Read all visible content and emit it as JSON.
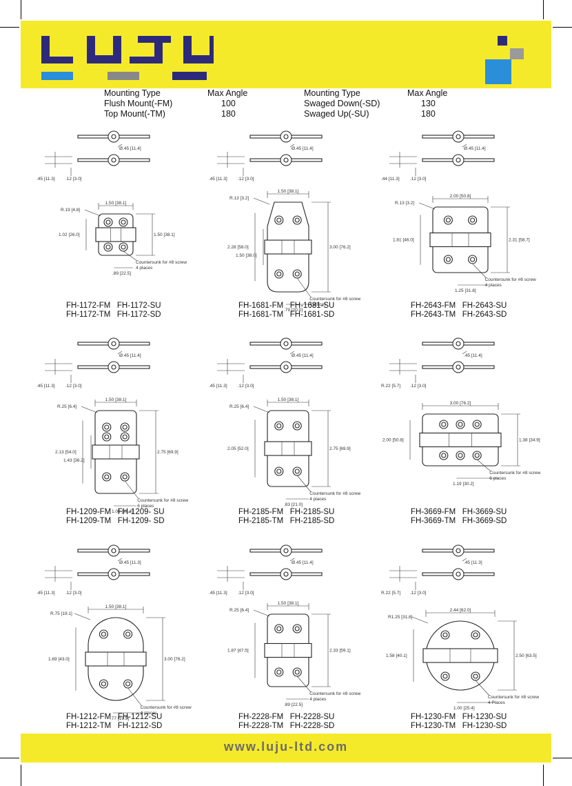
{
  "brand": {
    "logo_text": "LUJU",
    "primary_color": "#2d2a7c",
    "accent_blue": "#2a8ed8",
    "accent_gray": "#888888",
    "background": "#f5ea2a"
  },
  "mounting_table": {
    "left": {
      "header_type": "Mounting Type",
      "header_angle": "Max Angle",
      "rows": [
        {
          "type": "Flush Mount(-FM)",
          "angle": "100"
        },
        {
          "type": "Top Mount(-TM)",
          "angle": "180"
        }
      ]
    },
    "right": {
      "header_type": "Mounting Type",
      "header_angle": "Max Angle",
      "rows": [
        {
          "type": "Swaged Down(-SD)",
          "angle": "130"
        },
        {
          "type": "Swaged Up(-SU)",
          "angle": "180"
        }
      ]
    }
  },
  "products": [
    {
      "shape": "rect",
      "line1": "FH-1172-FM   FH-1172-SU",
      "line2": "FH-1172-TM   FH-1172-SD",
      "dims": {
        "dia": "Ø.45 [11.4]",
        "thick": ".45 [11.3]",
        "gap": ".12 [3.0]",
        "radius": "R.19 [4.8]",
        "width": "1.50 [38.1]",
        "height": "1.50 [38.1]",
        "inner": "1.02 [26.0]",
        "offset": ".89 [22.5]",
        "note1": "Countersunk for #8 screw",
        "note2": "4 places"
      }
    },
    {
      "shape": "taper",
      "line1": "FH-1681-FM   FH-1681-SU",
      "line2": "FH-1681-TM   FH-1681-SD",
      "dims": {
        "dia": "Ø.45 [11.4]",
        "thick": ".45 [11.3]",
        "gap": ".12 [3.0]",
        "radius": "R.13 [3.2]",
        "width": "1.50 [38.1]",
        "height": "3.00 [76.2]",
        "inner": "2.28 [58.0]",
        "inner2": "1.50 [38.0]",
        "offset": ".79 [20.0]",
        "note1": "Countersunk for #8 screw",
        "note2": "4 places"
      }
    },
    {
      "shape": "step",
      "line1": "FH-2643-FM   FH-2643-SU",
      "line2": "FH-2643-TM   FH-2643-SD",
      "dims": {
        "dia": "Ø.45 [11.4]",
        "thick": ".44 [11.3]",
        "gap": ".12 [3.0]",
        "radius": "R.13 [3.2]",
        "width": "2.00 [50.8]",
        "height": "2.31 [58.7]",
        "inner": "1.81 [46.0]",
        "offset": "1.25 [31.8]",
        "note1": "Countersunk for #8 screw",
        "note2": "4 places"
      }
    },
    {
      "shape": "tall",
      "line1": "FH-1209-FM   FH-1209- SU",
      "line2": "FH-1209-TM   FH-1209- SD",
      "dims": {
        "dia": "Ø.45 [11.4]",
        "thick": ".45 [11.3]",
        "gap": ".12 [3.0]",
        "radius": "R.25 [6.4]",
        "width": "1.50 [38.1]",
        "height": "2.75 [69.9]",
        "inner": "2.13 [54.0]",
        "inner2": "1.43 [36.2]",
        "offset": "1.00 [25.4]",
        "note1": "Countersunk for #8 screw",
        "note2": "6 places"
      }
    },
    {
      "shape": "rect2",
      "line1": "FH-2185-FM   FH-2185-SU",
      "line2": "FH-2185-TM   FH-2185-SD",
      "dims": {
        "dia": "Ø.45 [11.4]",
        "thick": ".45 [11.3]",
        "gap": ".12 [3.0]",
        "radius": "R.25 [6.4]",
        "width": "1.50 [38.1]",
        "height": "2.75 [69.9]",
        "inner": "2.05 [52.0]",
        "offset": ".83 [21.0]",
        "note1": "Countersunk for #8 screw",
        "note2": "4 places"
      }
    },
    {
      "shape": "wide",
      "line1": "FH-3669-FM   FH-3669-SU",
      "line2": "FH-3669-TM   FH-3669-SD",
      "dims": {
        "dia": ".45 [11.4]",
        "thick": "R.22 [5.7]",
        "gap": ".12 [3.0]",
        "radius": "",
        "width": "3.00 [76.2]",
        "height": "1.38 [34.9]",
        "inner": "2.00 [50.8]",
        "offset": "1.19 [30.2]",
        "note1": "Countersunk for #8 screw",
        "note2": "6 places"
      }
    },
    {
      "shape": "oval",
      "line1": "FH-1212-FM   FH-1212-SU",
      "line2": "FH-1212-TM   FH-1212-SD",
      "dims": {
        "dia": "Ø.45 [11.3]",
        "thick": ".45 [11.3]",
        "gap": ".12 [3.0]",
        "radius": "R.75 [19.1]",
        "width": "1.50 [38.1]",
        "height": "3.00 [76.2]",
        "inner": "1.69 [43.0]",
        "offset": ".77 [19.5]",
        "note1": "Countersunk for #8 screw",
        "note2": "4 places"
      }
    },
    {
      "shape": "rect3",
      "line1": "FH-2228-FM   FH-2228-SU",
      "line2": "FH-2228-TM   FH-2228-SD",
      "dims": {
        "dia": "Ø.45 [11.4]",
        "thick": ".45 [11.3]",
        "gap": ".12 [3.0]",
        "radius": "R.25 [6.4]",
        "width": "1.50 [38.1]",
        "height": "2.33 [59.1]",
        "inner": "1.87 [47.5]",
        "offset": ".89 [22.5]",
        "note1": "Countersunk for #8 screw",
        "note2": "4 places"
      }
    },
    {
      "shape": "circle",
      "line1": "FH-1230-FM   FH-1230-SU",
      "line2": "FH-1230-TM   FH-1230-SD",
      "dims": {
        "dia": ".45 [11.3]",
        "thick": "R.22 [5.7]",
        "gap": ".12 [3.0]",
        "radius": "R1.25 [31.8]",
        "width": "2.44 [62.0]",
        "height": "2.50 [63.5]",
        "inner": "1.58 [40.1]",
        "offset": "1.00 [25.4]",
        "note1": "Countersunk for #8 screw",
        "note2": "4 Places"
      }
    }
  ],
  "footer": {
    "url": "www.luju-ltd.com"
  }
}
